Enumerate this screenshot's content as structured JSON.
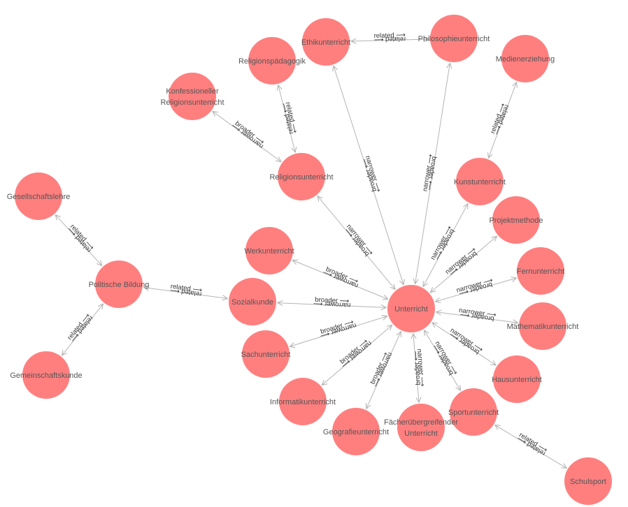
{
  "colors": {
    "node": "#ff7f7f",
    "edge": "#b4b4b4",
    "label": "#555555",
    "edge_label": "#333333"
  },
  "graph": {
    "nodes": [
      {
        "id": "unterricht",
        "lines": [
          "Unterricht"
        ]
      },
      {
        "id": "ethikunterricht",
        "lines": [
          "Ethikunterricht"
        ]
      },
      {
        "id": "philosophieunterricht",
        "lines": [
          "Philosophieunterricht"
        ]
      },
      {
        "id": "religionspaedagogik",
        "lines": [
          "Religionspädagogik"
        ]
      },
      {
        "id": "medienerziehung",
        "lines": [
          "Medienerziehung"
        ]
      },
      {
        "id": "konfessioneller",
        "lines": [
          "Konfessioneller",
          "Religionsunterricht"
        ]
      },
      {
        "id": "religionsunterricht",
        "lines": [
          "Religionsunterricht"
        ]
      },
      {
        "id": "kunstunterricht",
        "lines": [
          "Kunstunterricht"
        ]
      },
      {
        "id": "projektmethode",
        "lines": [
          "Projektmethode"
        ]
      },
      {
        "id": "gesellschaftslehre",
        "lines": [
          "Gesellschaftslehre"
        ]
      },
      {
        "id": "werkunterricht",
        "lines": [
          "Werkunterricht"
        ]
      },
      {
        "id": "politische_bildung",
        "lines": [
          "Politische Bildung"
        ]
      },
      {
        "id": "fernunterricht",
        "lines": [
          "Fernunterricht"
        ]
      },
      {
        "id": "sozialkunde",
        "lines": [
          "Sozialkunde"
        ]
      },
      {
        "id": "mathematikunterricht",
        "lines": [
          "Mathematikunterricht"
        ]
      },
      {
        "id": "sachunterricht",
        "lines": [
          "Sachunterricht"
        ]
      },
      {
        "id": "hausunterricht",
        "lines": [
          "Hausunterricht"
        ]
      },
      {
        "id": "gemeinschaftskunde",
        "lines": [
          "Gemeinschaftskunde"
        ]
      },
      {
        "id": "informatikunterricht",
        "lines": [
          "Informatikunterricht"
        ]
      },
      {
        "id": "sportunterricht",
        "lines": [
          "Sportunterricht"
        ]
      },
      {
        "id": "faecheruebergreifend",
        "lines": [
          "Fächerübergreifender",
          "Unterricht"
        ]
      },
      {
        "id": "geografieunterricht",
        "lines": [
          "Geografieunterricht"
        ]
      },
      {
        "id": "schulsport",
        "lines": [
          "Schulsport"
        ]
      }
    ],
    "edges": [
      {
        "source": "philosophieunterricht",
        "target": "ethikunterricht",
        "forward": "related",
        "backward": "related"
      },
      {
        "source": "konfessioneller",
        "target": "religionsunterricht",
        "forward": "broader",
        "backward": "narrower"
      },
      {
        "source": "religionsunterricht",
        "target": "religionspaedagogik",
        "forward": "related",
        "backward": "related"
      },
      {
        "source": "unterricht",
        "target": "ethikunterricht",
        "forward": "broader",
        "backward": "narrower"
      },
      {
        "source": "unterricht",
        "target": "philosophieunterricht",
        "forward": "narrower",
        "backward": "broader"
      },
      {
        "source": "medienerziehung",
        "target": "kunstunterricht",
        "forward": "related",
        "backward": "related"
      },
      {
        "source": "unterricht",
        "target": "religionsunterricht",
        "forward": "broader",
        "backward": "narrower"
      },
      {
        "source": "unterricht",
        "target": "kunstunterricht",
        "forward": "narrower",
        "backward": "broader"
      },
      {
        "source": "unterricht",
        "target": "projektmethode",
        "forward": "narrower",
        "backward": "broader"
      },
      {
        "source": "gesellschaftslehre",
        "target": "politische_bildung",
        "forward": "related",
        "backward": "related"
      },
      {
        "source": "politische_bildung",
        "target": "sozialkunde",
        "forward": "related",
        "backward": "related"
      },
      {
        "source": "gemeinschaftskunde",
        "target": "politische_bildung",
        "forward": "related",
        "backward": "related"
      },
      {
        "source": "werkunterricht",
        "target": "unterricht",
        "forward": "broader",
        "backward": "narrower"
      },
      {
        "source": "sozialkunde",
        "target": "unterricht",
        "forward": "broader",
        "backward": "narrower"
      },
      {
        "source": "sachunterricht",
        "target": "unterricht",
        "forward": "broader",
        "backward": "narrower"
      },
      {
        "source": "informatikunterricht",
        "target": "unterricht",
        "forward": "broader",
        "backward": "narrower"
      },
      {
        "source": "geografieunterricht",
        "target": "unterricht",
        "forward": "broader",
        "backward": "narrower"
      },
      {
        "source": "faecheruebergreifend",
        "target": "unterricht",
        "forward": "broader",
        "backward": "narrower"
      },
      {
        "source": "unterricht",
        "target": "fernunterricht",
        "forward": "narrower",
        "backward": "broader"
      },
      {
        "source": "unterricht",
        "target": "mathematikunterricht",
        "forward": "narrower",
        "backward": "broader"
      },
      {
        "source": "unterricht",
        "target": "hausunterricht",
        "forward": "narrower",
        "backward": "broader"
      },
      {
        "source": "unterricht",
        "target": "sportunterricht",
        "forward": "narrower",
        "backward": "broader"
      },
      {
        "source": "sportunterricht",
        "target": "schulsport",
        "forward": "related",
        "backward": "related"
      }
    ]
  }
}
